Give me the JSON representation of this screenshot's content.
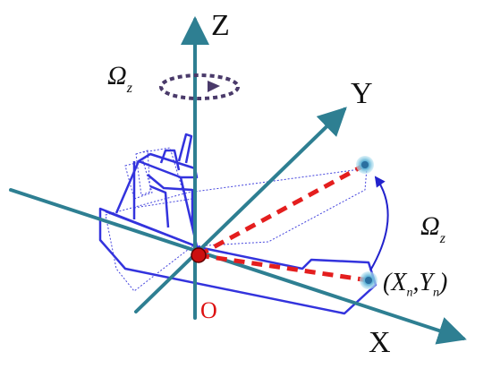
{
  "axes": {
    "x_label": "X",
    "y_label": "Y",
    "z_label": "Z"
  },
  "origin_label": "O",
  "rotation": {
    "top_symbol": "Ω",
    "top_subscript": "z",
    "right_symbol": "Ω",
    "right_subscript": "z"
  },
  "point": {
    "open": "(",
    "x": "X",
    "x_sub": "n",
    "comma": ",",
    "y": "Y",
    "y_sub": "n",
    "close": ")"
  },
  "colors": {
    "axis": "#2e7f92",
    "ship": "#3333dd",
    "ship_ghost": "#4444dd",
    "dashed_radius": "#e41e1e",
    "rotation_ellipse": "#4a3a6a",
    "arc_arrow": "#2222cc",
    "origin_dot": "#cc1010",
    "point_glow": "#7fd0e8",
    "origin_label": "#dd1111"
  }
}
